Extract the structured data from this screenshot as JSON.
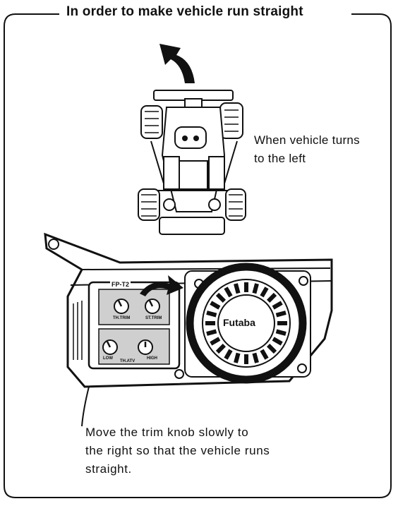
{
  "title": "In order to make vehicle run straight",
  "vehicle_caption": "When vehicle turns\nto the left",
  "instruction_caption": "Move the trim knob slowly to\nthe right so that the vehicle runs\nstraight.",
  "transmitter": {
    "model_label": "FP-T2",
    "brand": "Futaba",
    "knob_labels": [
      "TH.TRIM",
      "ST.TRIM",
      "LOW",
      "TH.ATV",
      "HIGH"
    ]
  },
  "colors": {
    "ink": "#111111",
    "paper": "#ffffff",
    "panel": "#cfcfcf"
  }
}
